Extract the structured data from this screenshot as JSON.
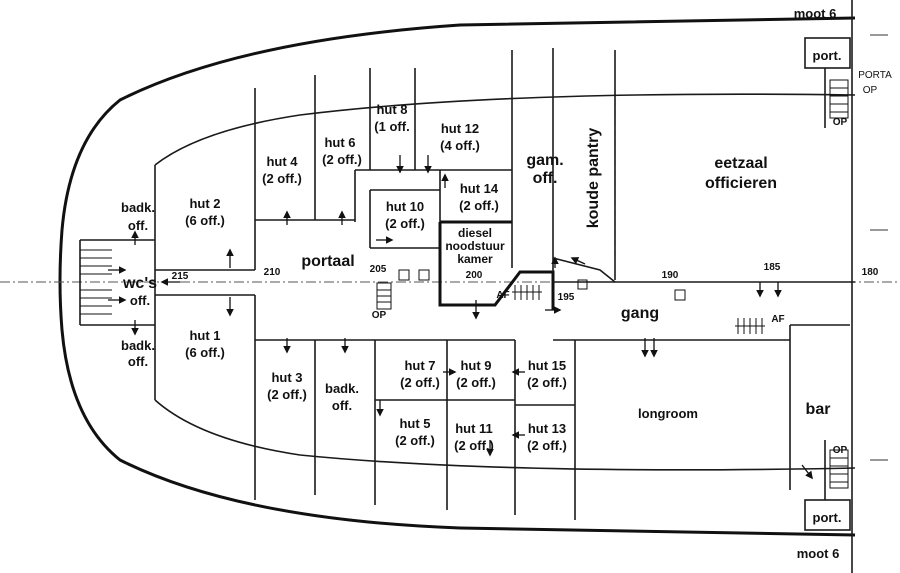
{
  "sections": {
    "top": "moot 6",
    "bottom": "moot 6"
  },
  "frames": [
    "215",
    "210",
    "205",
    "200",
    "195",
    "190",
    "185",
    "180"
  ],
  "rooms": {
    "hut2": [
      "hut 2",
      "(6 off.)"
    ],
    "hut1": [
      "hut 1",
      "(6 off.)"
    ],
    "hut4": [
      "hut 4",
      "(2 off.)"
    ],
    "hut6": [
      "hut 6",
      "(2 off.)"
    ],
    "hut8": [
      "hut 8",
      "(1 off."
    ],
    "hut12": [
      "hut 12",
      "(4 off.)"
    ],
    "hut10": [
      "hut 10",
      "(2 off.)"
    ],
    "hut14": [
      "hut 14",
      "(2 off.)"
    ],
    "hut3": [
      "hut 3",
      "(2 off.)"
    ],
    "hut5": [
      "hut 5",
      "(2 off.)"
    ],
    "hut7": [
      "hut 7",
      "(2 off.)"
    ],
    "hut9": [
      "hut 9",
      "(2 off.)"
    ],
    "hut11": [
      "hut 11",
      "(2 off.)"
    ],
    "hut13": [
      "hut 13",
      "(2 off.)"
    ],
    "hut15": [
      "hut 15",
      "(2 off.)"
    ],
    "badk_top": [
      "badk.",
      "off."
    ],
    "badk_bottom": [
      "badk.",
      "off."
    ],
    "badk_mid": [
      "badk.",
      "off."
    ],
    "wcs": "wc's",
    "off": "off.",
    "portaal": "portaal",
    "diesel": [
      "diesel",
      "noodstuur",
      "kamer"
    ],
    "gam": [
      "gam.",
      "off."
    ],
    "koude": "koude pantry",
    "eetzaal": [
      "eetzaal",
      "officieren"
    ],
    "gang": "gang",
    "longroom": "longroom",
    "bar": "bar",
    "port_top": "port.",
    "port_bottom": "port.",
    "op": "OP",
    "af": "AF",
    "portal_scribble": "PORTA",
    "op_scribble": "OP"
  }
}
